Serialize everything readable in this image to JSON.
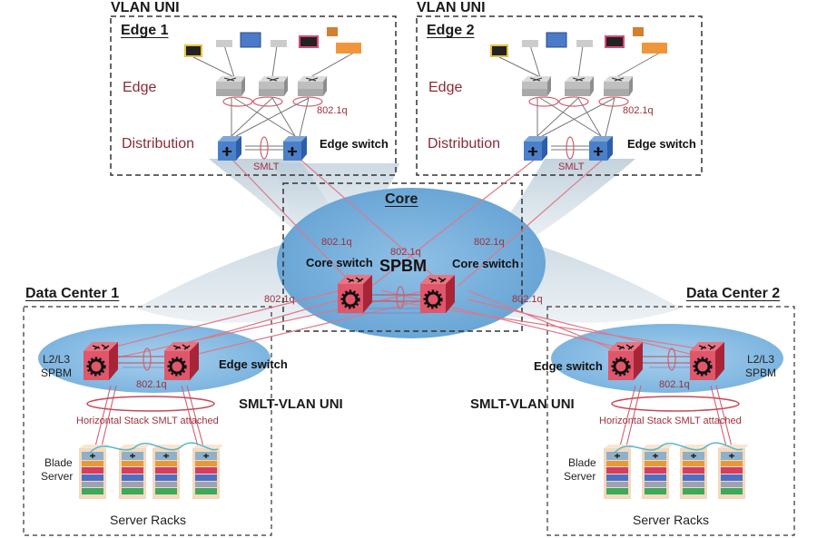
{
  "diagram": {
    "zones": {
      "edge1": {
        "group_label": "VLAN UNI",
        "title": "Edge 1",
        "tier_edge": "Edge",
        "tier_distribution": "Distribution",
        "trunk_label": "802.1q",
        "switch_label": "Edge switch",
        "link_label": "SMLT"
      },
      "edge2": {
        "group_label": "VLAN UNI",
        "title": "Edge 2",
        "tier_edge": "Edge",
        "tier_distribution": "Distribution",
        "trunk_label": "802.1q",
        "switch_label": "Edge switch",
        "link_label": "SMLT"
      },
      "core": {
        "title": "Core",
        "protocol": "SPBM",
        "center_trunk": "802.1q",
        "left_trunk": "802.1q",
        "right_trunk": "802.1q",
        "left_switch": "Core switch",
        "right_switch": "Core switch",
        "left_uplink": "802.1q",
        "right_uplink": "802.1q"
      },
      "dc1": {
        "title": "Data Center 1",
        "fabric_label_line1": "L2/L3",
        "fabric_label_line2": "SPBM",
        "switch_label": "Edge switch",
        "trunk_label": "802.1q",
        "uni_label": "SMLT-VLAN UNI",
        "stack_label": "Horizontal Stack SMLT attached",
        "server_label_line1": "Blade",
        "server_label_line2": "Server",
        "racks_label": "Server Racks"
      },
      "dc2": {
        "title": "Data Center 2",
        "fabric_label_line1": "L2/L3",
        "fabric_label_line2": "SPBM",
        "switch_label": "Edge switch",
        "trunk_label": "802.1q",
        "uni_label": "SMLT-VLAN UNI",
        "stack_label": "Horizontal Stack SMLT attached",
        "server_label_line1": "Blade",
        "server_label_line2": "Server",
        "racks_label": "Server Racks"
      }
    },
    "colors": {
      "link": "#d9707e",
      "lag_ring": "#c8505c",
      "core_switch": "#d8404f",
      "dist_switch": "#3f70b8",
      "fabric_blue": "#8fbde0",
      "shadow_gray": "#c9d6df",
      "label_red": "#8b2b33"
    }
  }
}
